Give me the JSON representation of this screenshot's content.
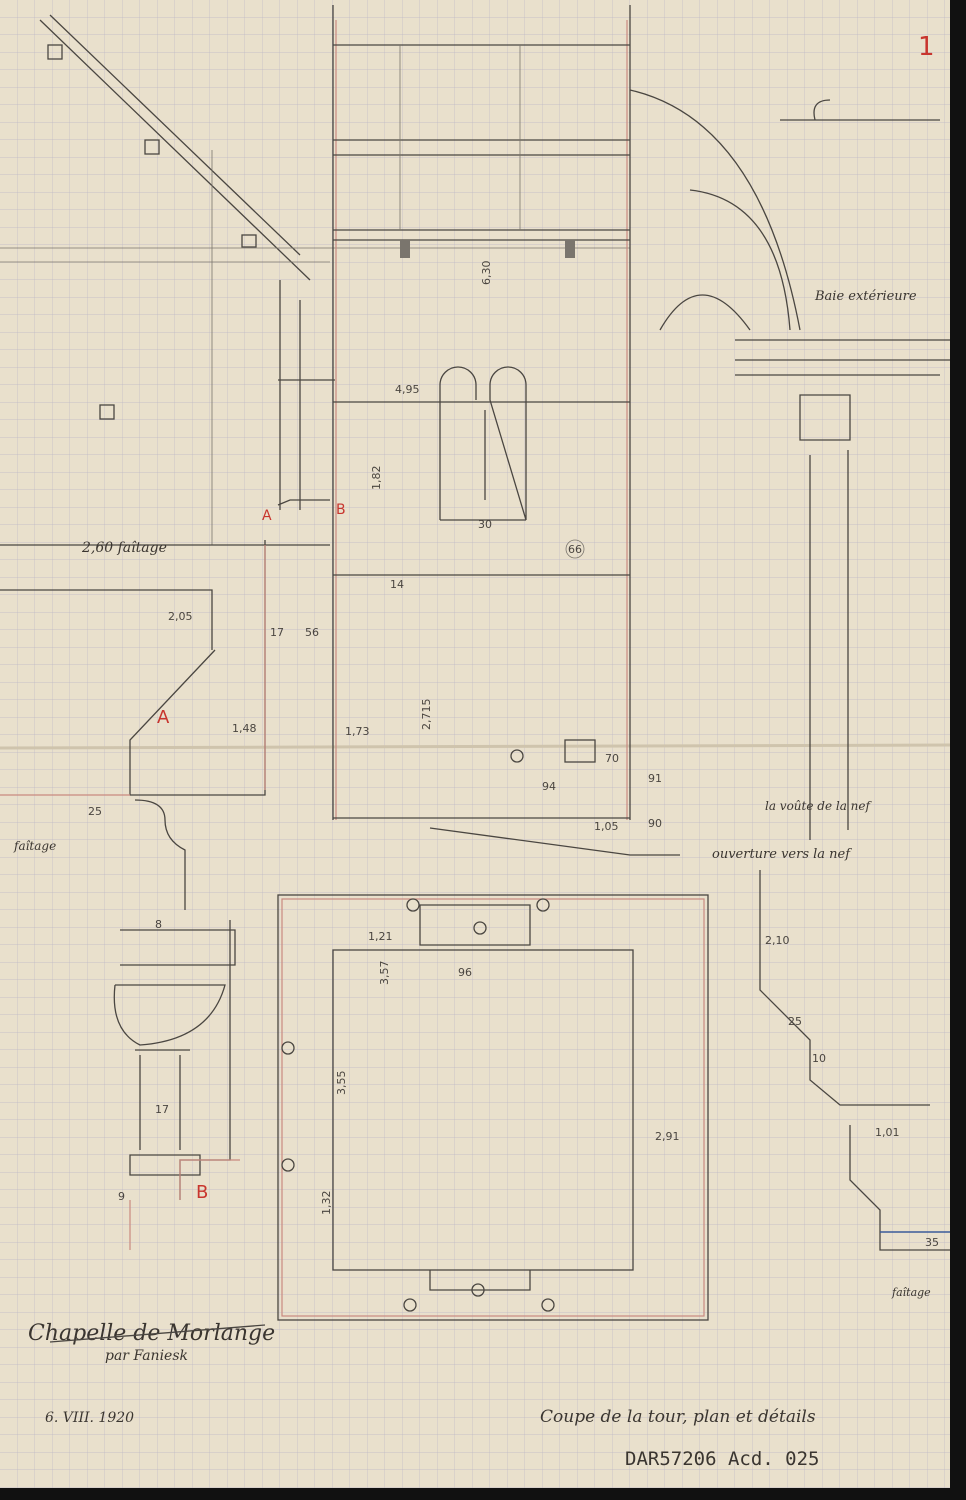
{
  "sheet": {
    "page_number": "1",
    "title": "Chapelle de Morlange",
    "author": "par Faniesk",
    "date": "6. VIII. 1920",
    "caption": "Coupe de la tour, plan et détails",
    "archive_ref": "DAR57206 Acd. 025"
  },
  "labels": {
    "baie": "Baie extérieure",
    "voute": "la voûte de la nef",
    "ouverture": "ouverture vers la nef",
    "faitage_left": "faîtage",
    "faitage_right": "faîtage",
    "faitage_260": "2,60 faîtage",
    "circle_66": "66"
  },
  "markers": {
    "a1": "A",
    "b1": "B",
    "a2": "A",
    "b2": "B"
  },
  "dimensions": [
    "2,05",
    "1,82",
    "2,715",
    "1,73",
    "56",
    "17",
    "1,48",
    "94",
    "70",
    "91",
    "90",
    "1,05",
    "1,21",
    "3,57",
    "96",
    "3,55",
    "1,32",
    "2,91",
    "2,10",
    "25",
    "10",
    "35",
    "1,01",
    "9",
    "17",
    "8",
    "25",
    "4,95",
    "30",
    "14",
    "6,30"
  ],
  "colors": {
    "paper": "#e9e0cc",
    "grid": "#b9b3c4",
    "pencil": "#4a4641",
    "red": "#c8352e",
    "blue": "#3b5a9a"
  }
}
